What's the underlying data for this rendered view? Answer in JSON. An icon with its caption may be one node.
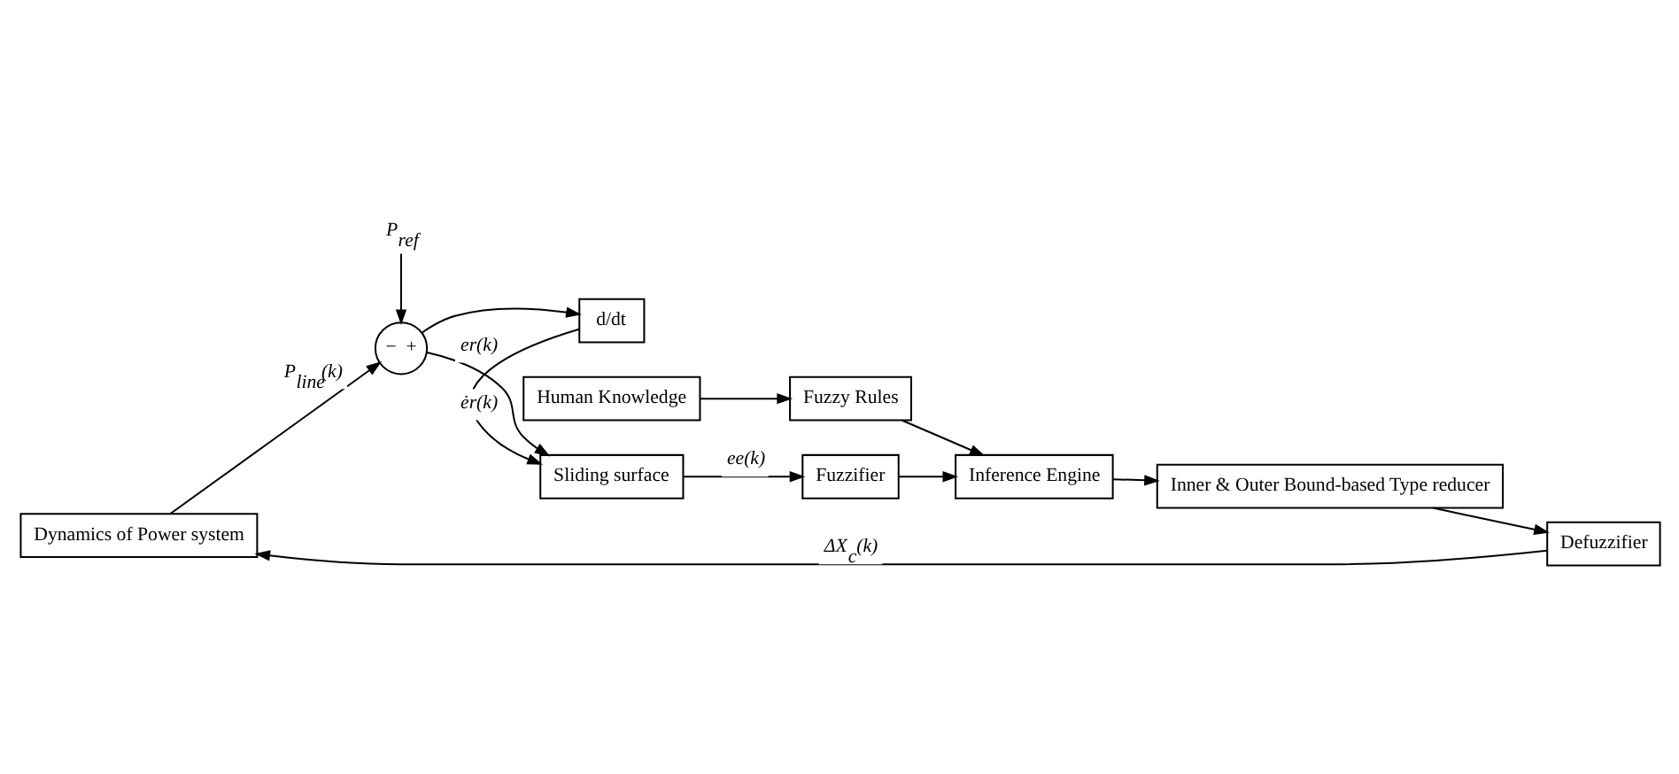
{
  "diagram": {
    "nodes": [
      {
        "text": [
          "Dynamics of Power system"
        ]
      },
      {
        "text": [
          "−",
          "+"
        ]
      },
      {
        "text": [
          "P$_{ref}$"
        ]
      },
      {
        "text": [
          "Sliding surface"
        ]
      },
      {
        "text": [
          "d/dt"
        ]
      },
      {
        "text": [
          "Fuzzifier"
        ]
      },
      {
        "text": [
          "Inference Engine"
        ]
      },
      {
        "text": [
          "Inner & Outer Bound-based Type reducer"
        ]
      },
      {
        "text": [
          "Defuzzifier"
        ]
      },
      {
        "text": [
          "Fuzzy Rules"
        ]
      },
      {
        "text": [
          "Human Knowledge"
        ]
      }
    ],
    "edges": [
      {
        "from": 0,
        "to": 1,
        "arrow": "to",
        "label": "P$_{line}$(k)"
      },
      {
        "from": 2,
        "to": 1,
        "arrow": "to"
      },
      {
        "from": 1,
        "to": 3,
        "arrow": "to",
        "label": "er(k)"
      },
      {
        "from": 1,
        "to": 4,
        "arrow": "to"
      },
      {
        "from": 4,
        "to": 3,
        "arrow": "to",
        "label": "ėr(k)"
      },
      {
        "from": 3,
        "to": 5,
        "arrow": "to",
        "label": "ee(k)"
      },
      {
        "from": 5,
        "to": 6,
        "arrow": "to"
      },
      {
        "from": 6,
        "to": 7,
        "arrow": "to"
      },
      {
        "from": 7,
        "to": 8,
        "arrow": "to"
      },
      {
        "from": 8,
        "to": 0,
        "arrow": "to",
        "label": "ΔX$_{c}$(k)"
      },
      {
        "from": 9,
        "to": 6,
        "arrow": "to"
      },
      {
        "from": 10,
        "to": 9,
        "arrow": "to"
      }
    ]
  }
}
